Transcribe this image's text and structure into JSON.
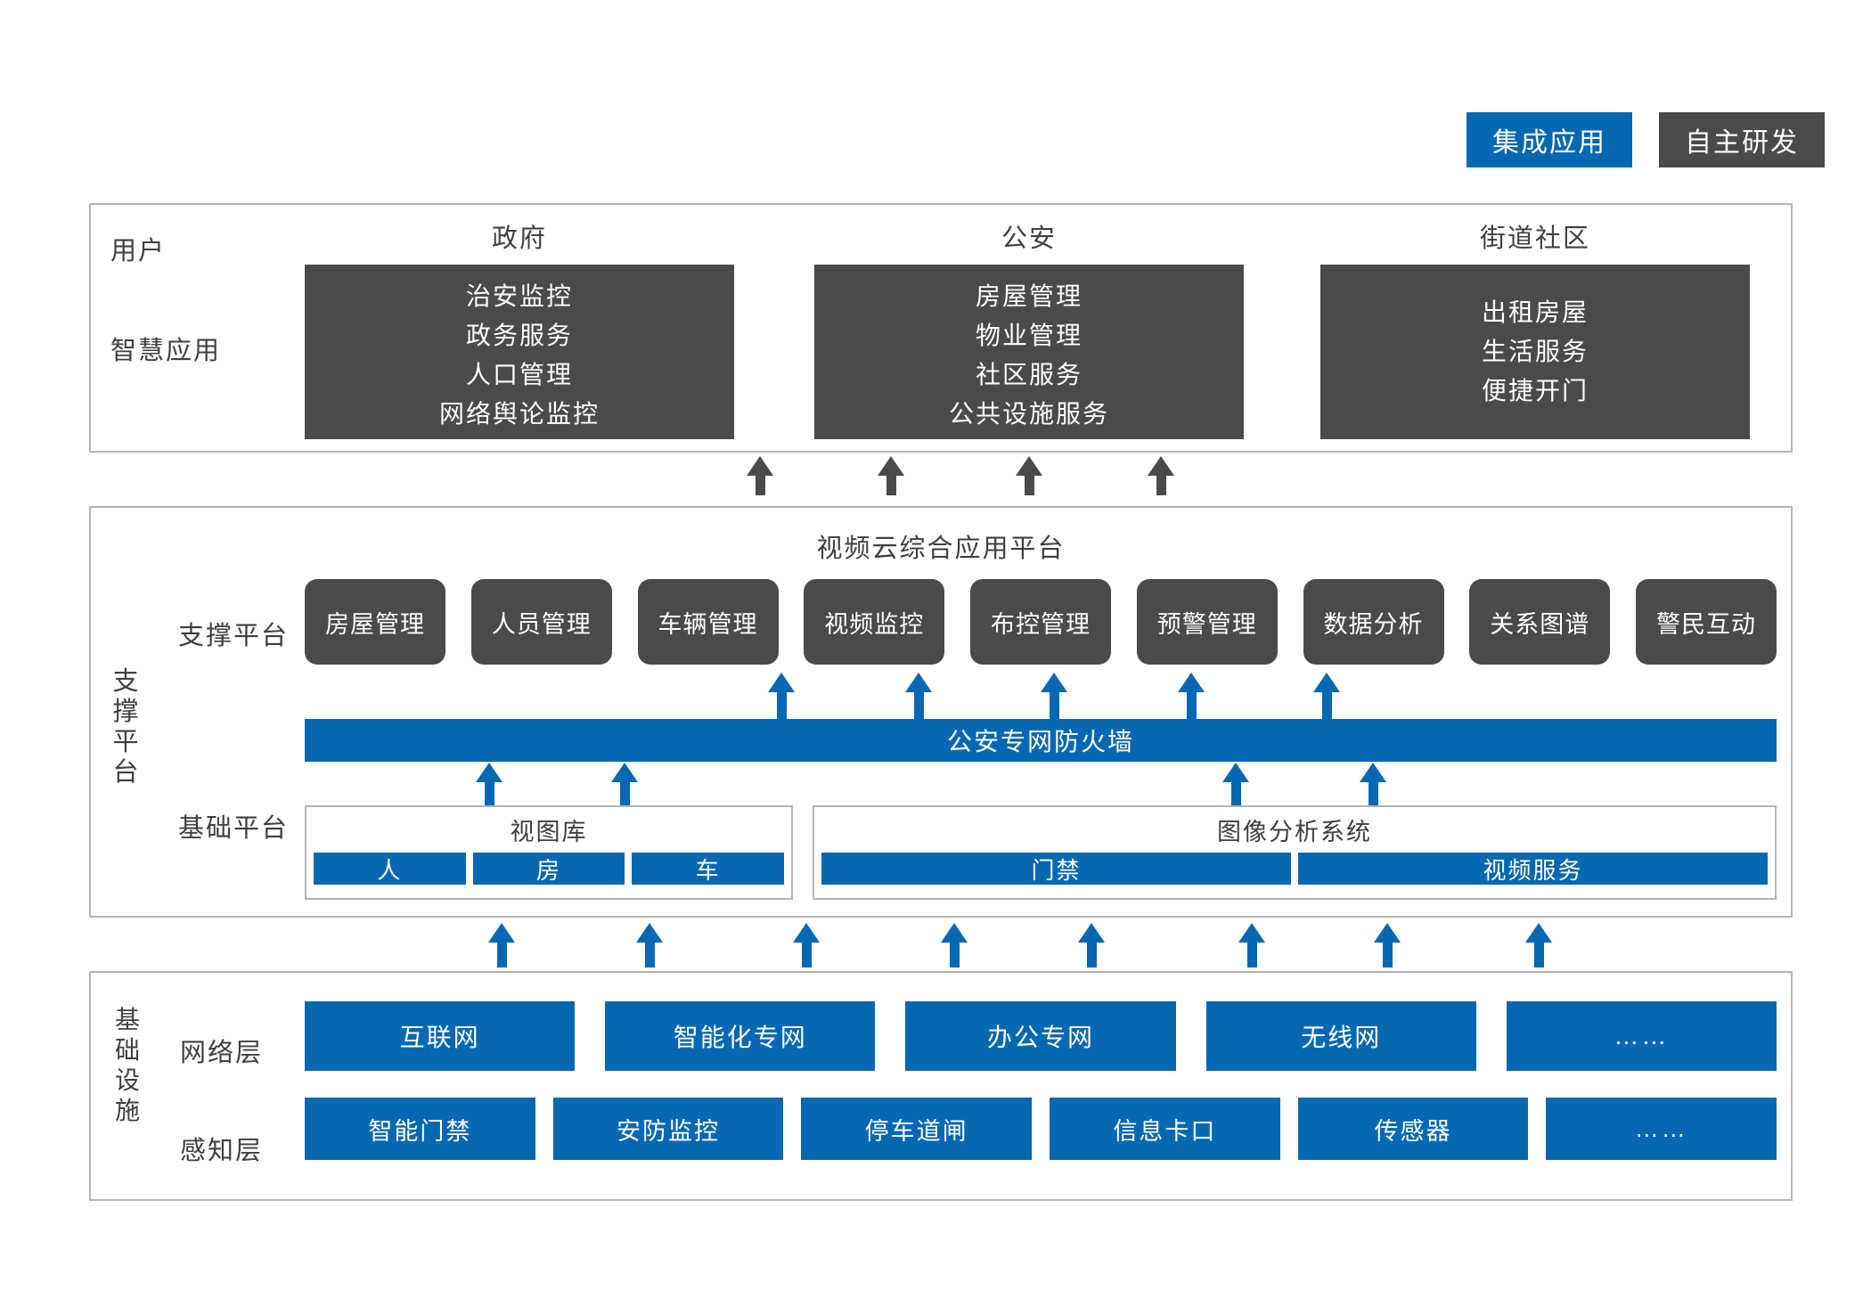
{
  "legend": {
    "items": [
      {
        "label": "集成应用",
        "color": "#0668b3",
        "name": "integrated-application"
      },
      {
        "label": "自主研发",
        "color": "#4a4a4a",
        "name": "self-developed"
      }
    ]
  },
  "applications": {
    "user_label": "用户",
    "smart_app_label": "智慧应用",
    "columns": [
      {
        "title": "政府",
        "items": [
          "治安监控",
          "政务服务",
          "人口管理",
          "网络舆论监控"
        ]
      },
      {
        "title": "公安",
        "items": [
          "房屋管理",
          "物业管理",
          "社区服务",
          "公共设施服务"
        ]
      },
      {
        "title": "街道社区",
        "items": [
          "出租房屋",
          "生活服务",
          "便捷开门"
        ]
      }
    ]
  },
  "platform": {
    "title": "视频云综合应用平台",
    "side_label": "支撑平台",
    "support_label": "支撑平台",
    "base_label": "基础平台",
    "modules": [
      "房屋管理",
      "人员管理",
      "车辆管理",
      "视频监控",
      "布控管理",
      "预警管理",
      "数据分析",
      "关系图谱",
      "警民互动"
    ],
    "firewall": "公安专网防火墙",
    "base_groups": [
      {
        "title": "视图库",
        "items": [
          "人",
          "房",
          "车"
        ]
      },
      {
        "title": "图像分析系统",
        "items": [
          "门禁",
          "视频服务"
        ]
      }
    ]
  },
  "infrastructure": {
    "side_label": "基础设施",
    "rows": [
      {
        "label": "网络层",
        "items": [
          "互联网",
          "智能化专网",
          "办公专网",
          "无线网",
          "……"
        ]
      },
      {
        "label": "感知层",
        "items": [
          "智能门禁",
          "安防监控",
          "停车道闸",
          "信息卡口",
          "传感器",
          "……"
        ]
      }
    ]
  },
  "colors": {
    "blue": "#0668b3",
    "dark_gray": "#4a4a4a",
    "border_gray": "#b5b5b5",
    "text_gray": "#3f3f3f"
  }
}
